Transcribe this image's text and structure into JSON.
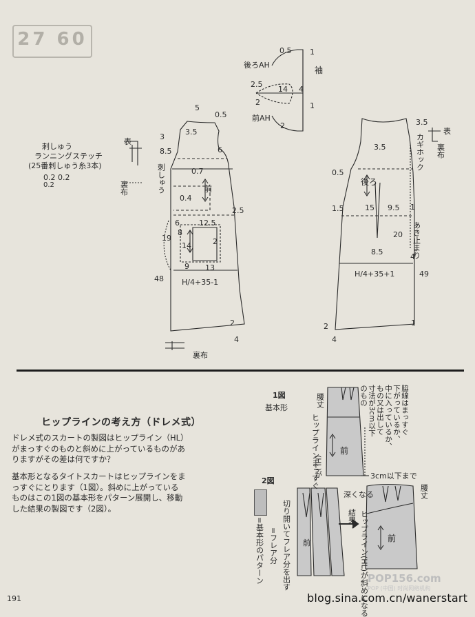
{
  "header": {
    "badge": "27 60"
  },
  "upper": {
    "sleeve_labels": {
      "back_ah": "後ろAH",
      "front_ah": "前AH",
      "sleeve": "袖",
      "n05": "0.5",
      "n1a": "1",
      "n25": "2.5",
      "n14": "14",
      "n4": "4",
      "n2a": "2",
      "n1b": "1",
      "n2b": "2"
    },
    "front_labels": {
      "front": "前",
      "n5": "5",
      "n05": "0.5",
      "n3": "3",
      "n35": "3.5",
      "n85": "8.5",
      "n6": "6",
      "n07": "0.7",
      "n04": "0.4",
      "n25": "2.5",
      "n6b": "6",
      "n125": "12.5",
      "n8": "8",
      "n19": "19",
      "n2": "2",
      "n14": "14",
      "n9": "9",
      "n13": "13",
      "n48": "48",
      "h4": "H/4+35-1",
      "n4": "4",
      "n2b": "2"
    },
    "back_labels": {
      "back": "後ろ",
      "n35": "3.5",
      "n05": "0.5",
      "n15": "1.5",
      "n15b": "15",
      "n95": "9.5",
      "n1": "1",
      "n20": "20",
      "n85": "8.5",
      "n4": "4",
      "h4": "H/4+35+1",
      "n49": "49",
      "n2": "2",
      "n1b": "1",
      "n4b": "4",
      "hook": "カギホック",
      "opening": "あき止まり"
    },
    "embroidery": {
      "title": "刺しゅう",
      "line2": "ランニングステッチ",
      "line3": "(25番刺しゅう糸3本)",
      "spec": "0.2 0.2",
      "spec2": "0.2",
      "embroider_v": "刺しゅう",
      "lining_v": "裏布",
      "omote": "表"
    },
    "back_side": {
      "omote": "表",
      "lining": "裏布"
    },
    "hem_lining": "裏布"
  },
  "article": {
    "title": "ヒップラインの考え方（ドレメ式）",
    "para1": [
      "ドレメ式のスカートの製図はヒップライン（HL）",
      "がまっすぐのものと斜めに上がっているものがあ",
      "りますがその差は何ですか？"
    ],
    "para2": [
      "基本形となるタイトスカートはヒップラインをま",
      "っすぐにとります（1図）。斜めに上がっている",
      "ものはこの1図の基本形をパターン展開し、移動",
      "した結果の製図です（2図）。"
    ]
  },
  "fig1": {
    "title": "1図",
    "subtitle": "基本形",
    "waist": "腰丈",
    "hl_straight": "ヒップラインまっすぐ",
    "hl_label": "(HL)が",
    "front": "前",
    "note_lines": [
      "脇線はまっすぐ",
      "下がっているか、",
      "中に入っているか、",
      "もの又は出して",
      "寸法が3cm以下",
      "のもの"
    ],
    "under3": "3cm以下まで"
  },
  "fig2": {
    "title": "2図",
    "legend1": "=基本形のパターン",
    "legend2": "=フレア分",
    "cut_open": "切り開いてフレア分を出す",
    "front": "前",
    "result": "結果",
    "deeper": "深くなる",
    "waist": "腰丈",
    "hl_diag": "ヒップライン(HL)が斜めになる",
    "front2": "前"
  },
  "footer": {
    "page": "191",
    "url": "blog.sina.com.cn/wanerstart",
    "watermark": "POP156.com",
    "watermark_sub": "POP (中国) 时尚网络机构"
  }
}
